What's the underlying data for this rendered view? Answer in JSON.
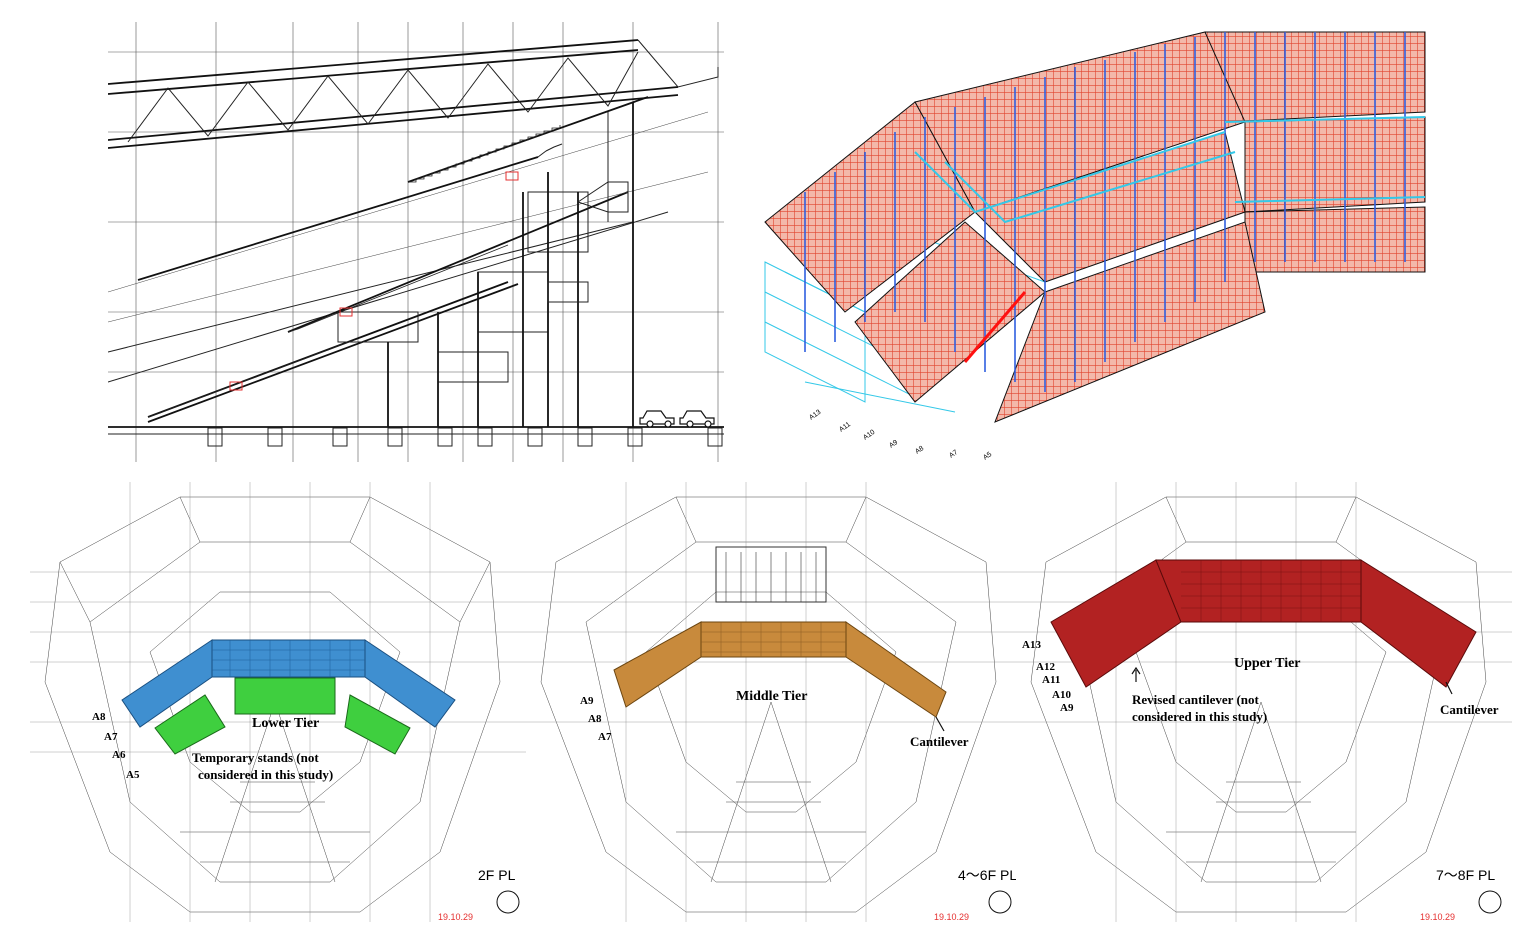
{
  "colors": {
    "lower_tier": "#3f8fd0",
    "temporary_stands": "#3fcf3f",
    "middle_tier": "#c88a3c",
    "upper_tier": "#b22222",
    "fem_shell": "#e0432e",
    "fem_frame": "#2f5fe0",
    "fem_frame_light": "#33c8e8",
    "plan_date": "#e53030"
  },
  "section_view": {
    "cars_icon": "car-icon"
  },
  "fem_model": {
    "axis_labels": [
      "A13",
      "A11",
      "A10",
      "A9",
      "A8",
      "A7",
      "A5"
    ]
  },
  "plans": [
    {
      "id": "plan-2f",
      "tier_label": "Lower Tier",
      "note": "Temporary stands (not considered in this study)",
      "axis_labels": [
        "A8",
        "A7",
        "A6",
        "A5"
      ],
      "corner_title": "2F PL",
      "date": "19.10.29"
    },
    {
      "id": "plan-4-6f",
      "tier_label": "Middle Tier",
      "note": "Cantilever",
      "axis_labels": [
        "A9",
        "A8",
        "A7"
      ],
      "corner_title": "4～6F PL",
      "date": "19.10.29"
    },
    {
      "id": "plan-7-8f",
      "tier_label": "Upper Tier",
      "note": "Revised cantilever (not considered in this study)",
      "note2": "Cantilever",
      "axis_labels": [
        "A13",
        "A12",
        "A11",
        "A10",
        "A9"
      ],
      "corner_title": "7～8F PL",
      "date": "19.10.29"
    }
  ]
}
